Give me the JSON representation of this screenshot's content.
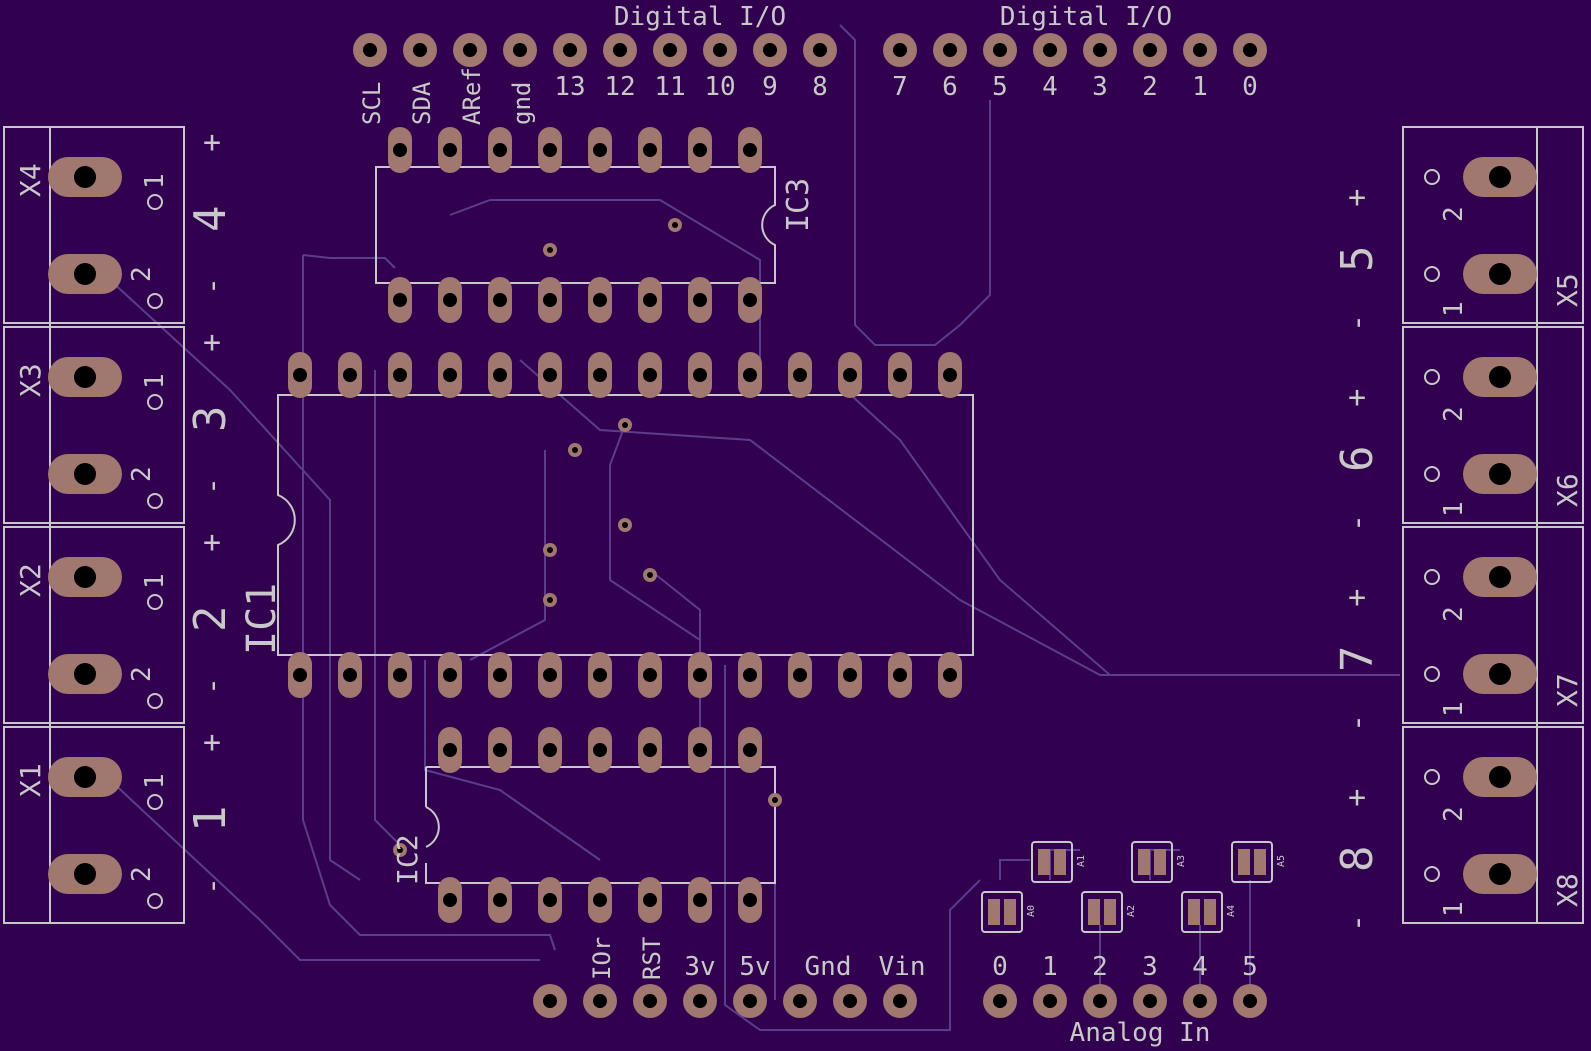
{
  "colors": {
    "board": "#31004f",
    "silk": "#c8c8c8",
    "pad": "#a07870",
    "trace": "#5a3d8c",
    "drill": "#000000"
  },
  "header_left": {
    "title": "Digital I/O",
    "pins": [
      "SCL",
      "SDA",
      "ARef",
      "gnd",
      "13",
      "12",
      "11",
      "10",
      "9",
      "8"
    ]
  },
  "header_right": {
    "title": "Digital I/O",
    "pins": [
      "7",
      "6",
      "5",
      "4",
      "3",
      "2",
      "1",
      "0"
    ]
  },
  "power_header": {
    "pins": [
      "IOr",
      "RST",
      "3v",
      "5v",
      "Gnd",
      "Vin"
    ]
  },
  "analog_header": {
    "title": "Analog In",
    "pins": [
      "0",
      "1",
      "2",
      "3",
      "4",
      "5"
    ]
  },
  "chips": {
    "ic1": "IC1",
    "ic2": "IC2",
    "ic3": "IC3"
  },
  "capacitors": [
    "A0",
    "A1",
    "A2",
    "A3",
    "A4",
    "A5"
  ],
  "left_terminals": [
    {
      "name": "X4",
      "num": "4"
    },
    {
      "name": "X3",
      "num": "3"
    },
    {
      "name": "X2",
      "num": "2"
    },
    {
      "name": "X1",
      "num": "1"
    }
  ],
  "right_terminals": [
    {
      "name": "X5",
      "num": "5"
    },
    {
      "name": "X6",
      "num": "6"
    },
    {
      "name": "X7",
      "num": "7"
    },
    {
      "name": "X8",
      "num": "8"
    }
  ],
  "terminal_pin_labels": {
    "one": "1",
    "two": "2",
    "plus": "+",
    "minus": "-"
  }
}
